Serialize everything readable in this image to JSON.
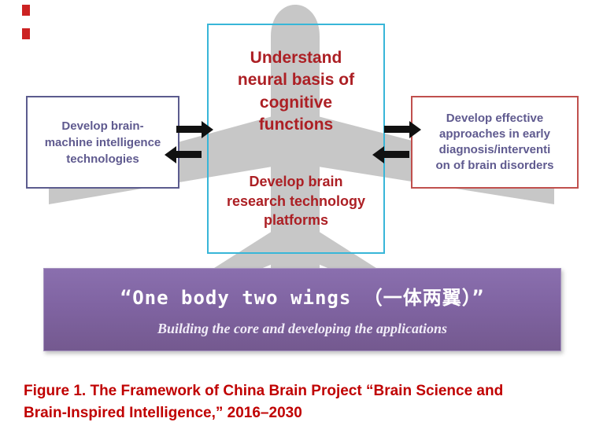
{
  "colors": {
    "center-border": "#38b6d8",
    "center-text": "#ac1f24",
    "side-text": "#5f5a8f",
    "left-border": "#5c5c8e",
    "right-border": "#c0504d",
    "banner-bg": "#8064a2",
    "banner-text": "#ffffff",
    "caption-text": "#c00000",
    "plane": "#c7c7c7",
    "arrow": "#111111",
    "mark": "#cc2222"
  },
  "boxes": {
    "left": {
      "text": "Develop brain-\nmachine intelligence\ntechnologies"
    },
    "center": {
      "title": "Understand\nneural basis of\ncognitive\nfunctions",
      "subtitle": "Develop brain\nresearch technology\nplatforms"
    },
    "right": {
      "text": "Develop effective\napproaches in early\ndiagnosis/interventi\non of brain disorders"
    }
  },
  "banner": {
    "title": "“One body two wings （一体两翼）”",
    "subtitle": "Building the core and developing the applications"
  },
  "caption": {
    "text": "Figure 1.  The Framework of China Brain Project “Brain Science and\nBrain-Inspired Intelligence,” 2016–2030"
  }
}
